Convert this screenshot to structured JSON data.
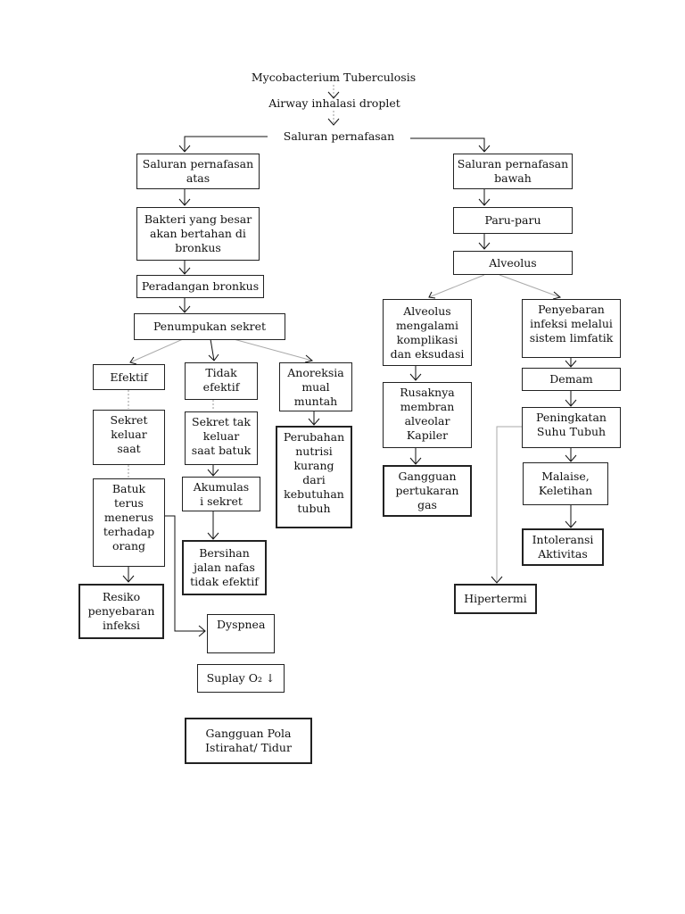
{
  "nodes": {
    "mtb": "Mycobacterium Tuberculosis",
    "airway": "Airway inhalasi droplet",
    "saluran": "Saluran pernafasan",
    "atas": "Saluran pernafasan\natas",
    "bawah": "Saluran pernafasan\nbawah",
    "bakteri": "Bakteri yang besar\nakan bertahan di\nbronkus",
    "peradangan": "Peradangan bronkus",
    "penumpukan": "Penumpukan sekret",
    "efektif": "Efektif",
    "tidak_efektif": "Tidak\nefektif",
    "anoreksia": "Anoreksia\nmual\nmuntah",
    "sekret_keluar": "Sekret\nkeluar\nsaat",
    "sekret_tak": "Sekret tak\nkeluar\nsaat batuk",
    "perubahan": "Perubahan\nnutrisi\nkurang\ndari\nkebutuhan\ntubuh",
    "batuk": "Batuk\nterus\nmenerus\nterhadap\norang",
    "akumulasi": "Akumulas\ni sekret",
    "bersihan": "Bersihan\njalan nafas\ntidak efektif",
    "resiko": "Resiko\npenyebaran\ninfeksi",
    "dyspnea": "Dyspnea",
    "suplay": "Suplay O₂ ↓",
    "gangguan_pola": "Gangguan Pola\nIstirahat/ Tidur",
    "paru": "Paru-paru",
    "alveolus": "Alveolus",
    "alv_komplikasi": "Alveolus\nmengalami\nkomplikasi\ndan eksudasi",
    "penyebaran_limfatik": "Penyebaran\ninfeksi melalui\nsistem limfatik",
    "rusaknya": "Rusaknya\nmembran\nalveolar\nKapiler",
    "demam": "Demam",
    "peningkatan": "Peningkatan\nSuhu Tubuh",
    "gangguan_gas": "Gangguan\npertukaran\ngas",
    "malaise": "Malaise,\nKeletihan",
    "intoleransi": "Intoleransi\nAktivitas",
    "hipertermi": "Hipertermi"
  }
}
